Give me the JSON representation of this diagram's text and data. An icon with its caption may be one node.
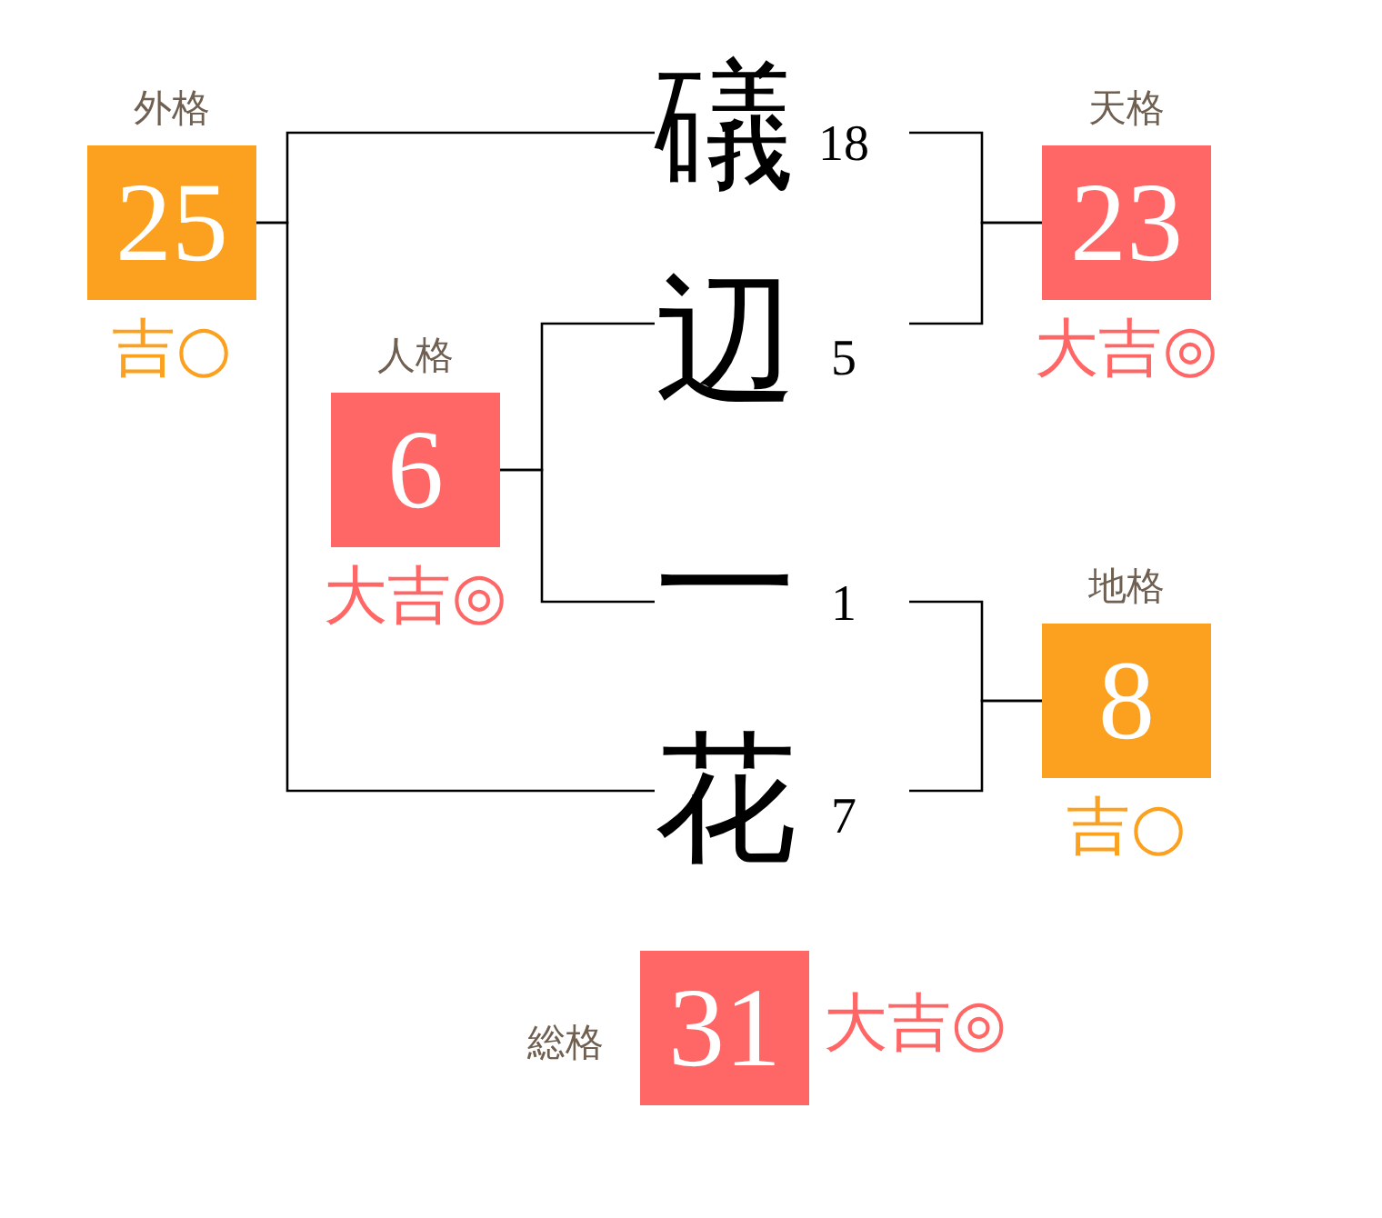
{
  "diagram": {
    "nodes": [
      {
        "text": [
          "外格",
          "25"
        ],
        "beside": [
          "吉○"
        ]
      },
      {
        "text": [
          "礒"
        ],
        "beside": [
          "18"
        ]
      },
      {
        "text": [
          "天格",
          "23"
        ],
        "beside": [
          "大吉◎"
        ]
      },
      {
        "text": [
          "辺"
        ],
        "beside": [
          "5"
        ]
      },
      {
        "text": [
          "人格",
          "6"
        ],
        "beside": [
          "大吉◎"
        ]
      },
      {
        "text": [
          "一"
        ],
        "beside": [
          "1"
        ]
      },
      {
        "text": [
          "地格",
          "8"
        ],
        "beside": [
          "吉○"
        ]
      },
      {
        "text": [
          "花"
        ],
        "beside": [
          "7"
        ]
      },
      {
        "text": [
          "総格",
          "31"
        ],
        "beside": [
          "大吉◎"
        ]
      }
    ],
    "edges": [
      {
        "from": 1,
        "to": 0,
        "arrow": "none"
      },
      {
        "from": 7,
        "to": 0,
        "arrow": "none"
      },
      {
        "from": 1,
        "to": 2,
        "arrow": "none"
      },
      {
        "from": 3,
        "to": 2,
        "arrow": "none"
      },
      {
        "from": 3,
        "to": 4,
        "arrow": "none"
      },
      {
        "from": 5,
        "to": 4,
        "arrow": "none"
      },
      {
        "from": 5,
        "to": 6,
        "arrow": "none"
      },
      {
        "from": 7,
        "to": 6,
        "arrow": "none"
      }
    ]
  }
}
